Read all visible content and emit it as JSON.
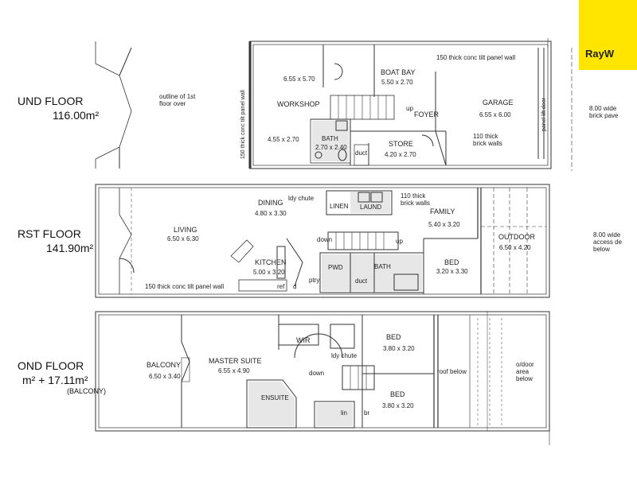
{
  "brand": {
    "logo_text": "RayW",
    "color": "#ffe500"
  },
  "ground_floor": {
    "title": "UND FLOOR",
    "area": "116.00m²",
    "outline_note": "outline of 1st\nfloor over",
    "wall_note_top": "150 thick conc tilt panel wall",
    "wall_note_left": "150 thick conc tilt panel wall",
    "door_note": "panel lift door",
    "brick_note": "110 thick\nbrick walls",
    "rooms": {
      "boat_bay": {
        "name": "BOAT BAY",
        "size": "5.50 x 2.70"
      },
      "size_6_55": "6.55 x 5.70",
      "workshop": {
        "name": "WORKSHOP",
        "size": "4.55 x 2.70"
      },
      "garage": {
        "name": "GARAGE",
        "size": "6.55 x 6.00"
      },
      "foyer": "FOYER",
      "store": {
        "name": "STORE",
        "size": "4.20 x 2.70"
      },
      "bath": {
        "name": "BATH",
        "size": "2.70 x 2.40"
      },
      "duct": "duct",
      "up": "up"
    },
    "side_note": "8.00 wide\nbrick pave"
  },
  "first_floor": {
    "title": "RST FLOOR",
    "area": "141.90m²",
    "wall_note": "150 thick conc tilt panel wall",
    "brick_note": "110 thick\nbrick walls",
    "rooms": {
      "dining": {
        "name": "DINING",
        "size": "4.80 x 3.30"
      },
      "living": {
        "name": "LIVING",
        "size": "6.50 x 6.30"
      },
      "kitchen": {
        "name": "KITCHEN",
        "size": "5.00 x 3.20"
      },
      "family": {
        "name": "FAMILY",
        "size": "5.40 x 3.20"
      },
      "outdoor": {
        "name": "OUTDOOR",
        "size": "6.50 x 4.20"
      },
      "bed": {
        "name": "BED",
        "size": "3.20 x 3.30"
      },
      "laund": "LAUND",
      "linen": "LINEN",
      "pwd": "PWD",
      "bath": "BATH",
      "lnd_chute": "ldy chute",
      "duct": "duct",
      "down": "down",
      "up": "up",
      "ref": "ref",
      "ptry": "ptry",
      "d": "d"
    },
    "side_note": "8.00 wide\naccess de\nbelow"
  },
  "second_floor": {
    "title": "OND FLOOR",
    "area": "m² + 17.11m²",
    "area_note": "(BALCONY)",
    "rooms": {
      "balcony": {
        "name": "BALCONY",
        "size": "6.50 x 3.40"
      },
      "master": {
        "name": "MASTER SUITE",
        "size": "6.55 x 4.90"
      },
      "wir": "WIR",
      "ensuite": "ENSUITE",
      "bed1": {
        "name": "BED",
        "size": "3.80 x 3.20"
      },
      "bed2": {
        "name": "BED",
        "size": "3.80 x 3.20"
      },
      "ldy_chute": "ldy chute",
      "down": "down",
      "roof": "roof below",
      "void": "o/door\narea\nbelow",
      "lin": "lin",
      "br": "br"
    }
  }
}
